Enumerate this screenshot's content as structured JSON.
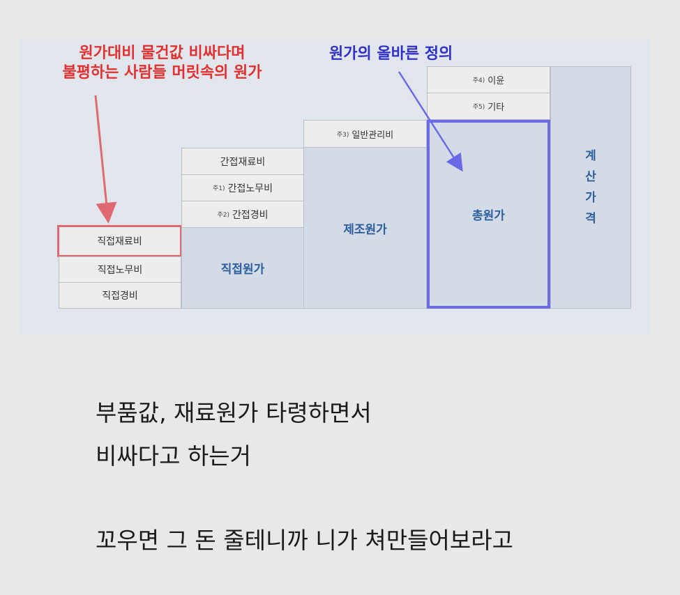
{
  "annotation_left": {
    "line1": "원가대비 물건값 비싸다며",
    "line2": "불평하는 사람들 머릿속의 원가",
    "color": "#e03030"
  },
  "annotation_right": {
    "text": "원가의 올바른 정의",
    "color": "#3030c8"
  },
  "diagram": {
    "direct_items": [
      "직접재료비",
      "직접노무비",
      "직접경비"
    ],
    "direct_cost": "직접원가",
    "indirect_items": [
      {
        "note": "",
        "label": "간접재료비"
      },
      {
        "note": "주1)",
        "label": "간접노무비"
      },
      {
        "note": "주2)",
        "label": "간접경비"
      }
    ],
    "manufacturing_cost": "제조원가",
    "admin": {
      "note": "주3)",
      "label": "일반관리비"
    },
    "total_cost": "총원가",
    "profit": {
      "note": "주4)",
      "label": "이윤"
    },
    "other": {
      "note": "주5)",
      "label": "기타"
    },
    "calc_price": [
      "계",
      "산",
      "가",
      "격"
    ]
  },
  "body": {
    "line1": "부품값, 재료원가 타령하면서",
    "line2": "비싸다고 하는거",
    "line3": "꼬우면 그 돈 줄테니까 니가 쳐만들어보라고"
  }
}
